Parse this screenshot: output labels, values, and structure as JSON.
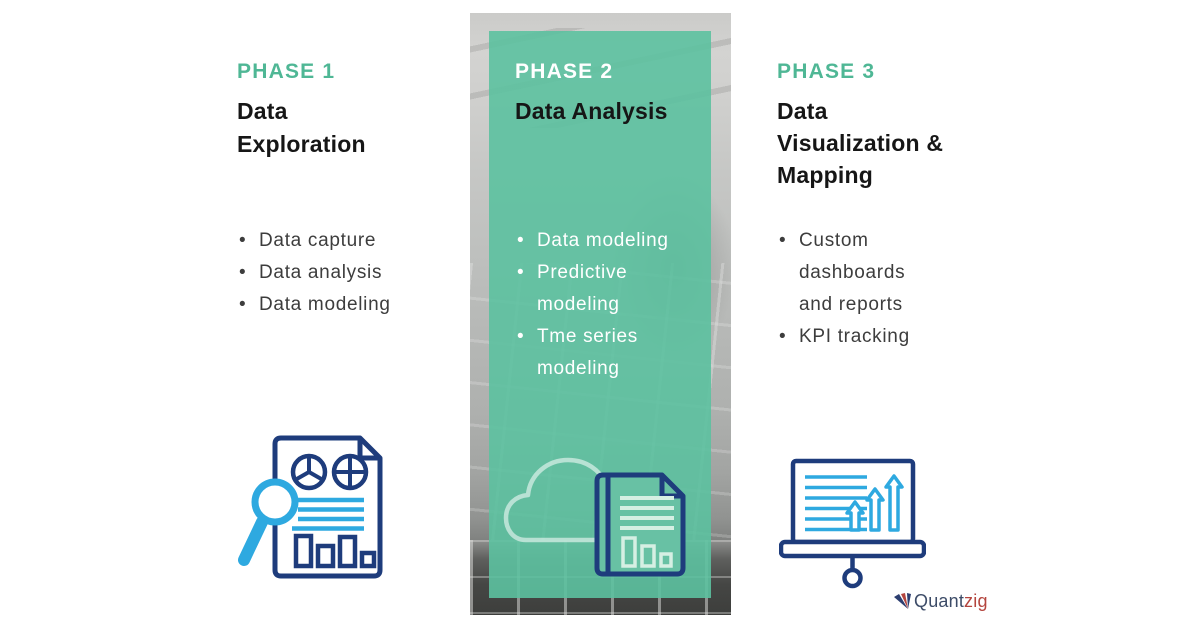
{
  "colors": {
    "teal_heading": "#4fb795",
    "green_overlay": "#5cc1a0",
    "navy": "#1e3c7c",
    "light_blue": "#2ea9e0",
    "pale_mint": "#d6efe3",
    "title_text": "#161616",
    "body_text": "#3d3d3d",
    "logo_blue": "#3d4c68",
    "logo_red": "#b4453e"
  },
  "phases": [
    {
      "label": "PHASE 1",
      "title": "Data Exploration",
      "bullets": [
        "Data capture",
        "Data analysis",
        "Data modeling"
      ],
      "icon": "document-magnifier-icon"
    },
    {
      "label": "PHASE 2",
      "title": "Data Analysis",
      "bullets": [
        "Data modeling",
        "Predictive modeling",
        "Tme series modeling"
      ],
      "icon": "cloud-report-icon"
    },
    {
      "label": "PHASE 3",
      "title": "Data Visualization & Mapping",
      "bullets": [
        "Custom dashboards and reports",
        "KPI tracking"
      ],
      "icon": "presentation-chart-icon"
    }
  ],
  "logo": {
    "brand_first": "Quant",
    "brand_second": "zig",
    "mark": "quantzig-mark-icon"
  }
}
